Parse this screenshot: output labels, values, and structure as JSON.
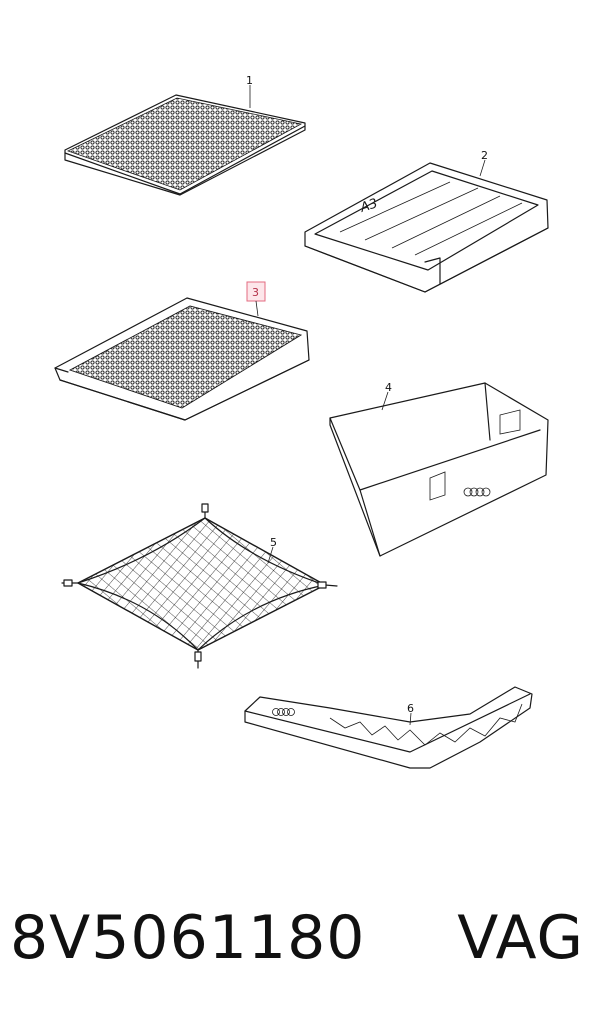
{
  "callouts": {
    "c1": "1",
    "c2": "2",
    "c3": "3",
    "c4": "4",
    "c5": "5",
    "c6": "6"
  },
  "tray_model_label": "A3",
  "highlight_color": "#e36b80",
  "caption": {
    "part_number": "8V5061180",
    "brand": "VAG"
  }
}
